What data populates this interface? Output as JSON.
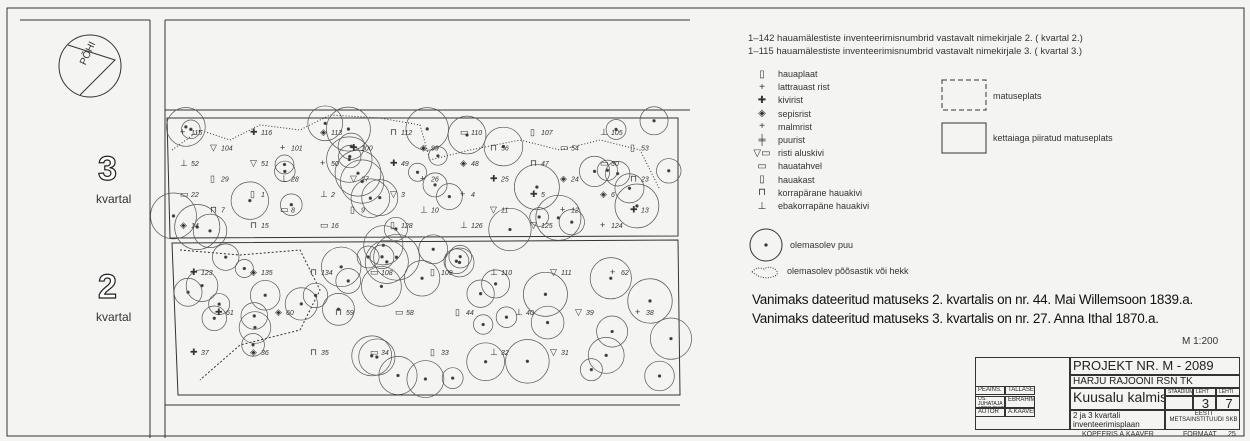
{
  "north_arrow": {
    "label": "PÕHI"
  },
  "blocks": [
    {
      "number": "3",
      "label": "kvartal"
    },
    {
      "number": "2",
      "label": "kvartal"
    }
  ],
  "header_notes": [
    "1–142 hauamälestiste inventeerimisnumbrid vastavalt nimekirjale 2. ( kvartal 2.)",
    "1–115 hauamälestiste inventeerimisnumbrid vastavalt nimekirjale 3. ( kvartal 3.)"
  ],
  "legend": [
    {
      "symbol": "▯",
      "label": "hauaplaat"
    },
    {
      "symbol": "+",
      "label": "lattrauast rist"
    },
    {
      "symbol": "✚",
      "label": "kivirist"
    },
    {
      "symbol": "◈",
      "label": "sepisrist"
    },
    {
      "symbol": "+",
      "label": "malmrist"
    },
    {
      "symbol": "╪",
      "label": "puurist"
    },
    {
      "symbol": "▽▭",
      "label": "risti aluskivi"
    },
    {
      "symbol": "▭",
      "label": "hauatahvel"
    },
    {
      "symbol": "▯",
      "label": "hauakast"
    },
    {
      "symbol": "⊓",
      "label": "korrapärane hauakivi"
    },
    {
      "symbol": "⊥",
      "label": "ebakorrapäne hauakivi"
    }
  ],
  "legend_tree": "olemasolev puu",
  "legend_bush": "olemasolev põõsastik või hekk",
  "legend_plots": [
    {
      "label": "matuseplats"
    },
    {
      "label": "kettaiaga piiratud matuseplats"
    }
  ],
  "oldest_notes": [
    "Vanimaks dateeritud matuseks 2. kvartalis on nr. 44. Mai Willemsoon 1839.a.",
    "Vanimaks dateeritud matuseks 3. kvartalis on nr. 27. Anna Ithal 1870.a."
  ],
  "scale": "M 1:200",
  "title_block": {
    "project": "PROJEKT NR. M - 2089",
    "organization": "HARJU RAJOONI RSN TK",
    "object": "Kuusalu kalmistu",
    "drawing": "2 ja 3 kvartali inventeerimisplaan",
    "roles": [
      {
        "role": "PEAINS.",
        "name": "TALLASE"
      },
      {
        "role": "OS. JUHATAJA / PROJEKT",
        "name": "EBRAHIM"
      },
      {
        "role": "AUTOR",
        "name": "A.KAAVER"
      }
    ],
    "stage_label": "STAADIUM",
    "sheet_label": "LEHT",
    "sheets_label": "LEHTI",
    "sheet": "3",
    "sheets": "7",
    "institute": "EESTI METSAINSTITUUDI SKB",
    "copied": "KOPEERIS A.KAAVER",
    "format_label": "FORMAAT",
    "format": "25"
  },
  "plot_numbers_sample": [
    "115",
    "116",
    "113",
    "112",
    "110",
    "107",
    "105",
    "104",
    "101",
    "100",
    "99",
    "56",
    "54",
    "53",
    "52",
    "51",
    "50",
    "49",
    "48",
    "47",
    "30",
    "29",
    "28",
    "27",
    "26",
    "25",
    "24",
    "23",
    "22",
    "1",
    "2",
    "3",
    "4",
    "5",
    "6",
    "7",
    "8",
    "9",
    "10",
    "11",
    "12",
    "13",
    "14",
    "15",
    "16",
    "128",
    "126",
    "125",
    "124",
    "123",
    "135",
    "134",
    "108",
    "109",
    "110",
    "111",
    "62",
    "61",
    "60",
    "59",
    "58",
    "44",
    "40",
    "39",
    "38",
    "37",
    "36",
    "35",
    "34",
    "33",
    "32",
    "31"
  ]
}
